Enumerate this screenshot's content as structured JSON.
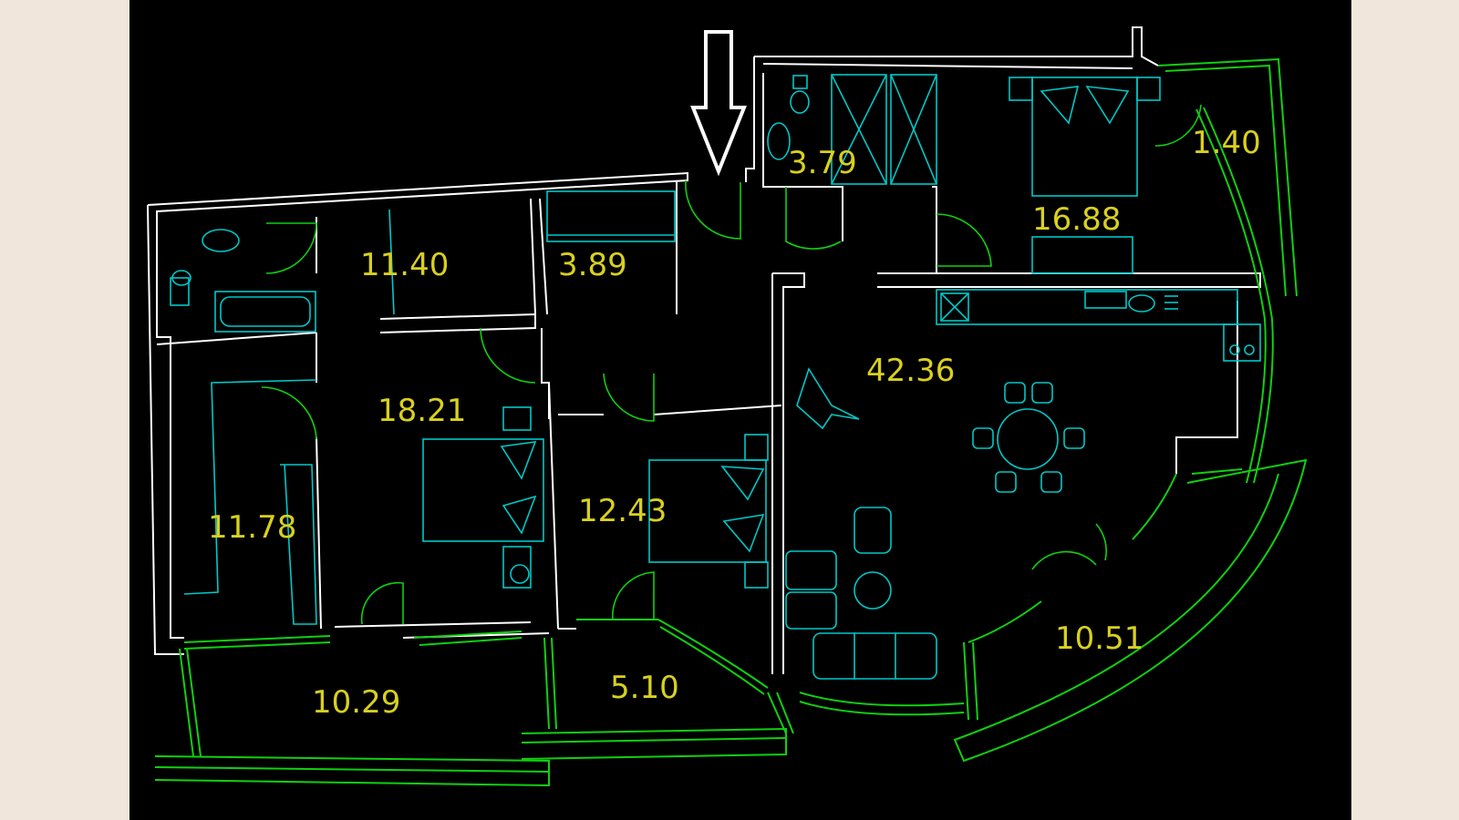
{
  "palette": {
    "frame_bg": "#f0e6dc",
    "plan_bg": "#000000",
    "wall": "#ffffff",
    "window": "#10d010",
    "furniture": "#00c8c8",
    "label": "#d8d020"
  },
  "entrance_marker": {
    "icon": "arrow-down-icon"
  },
  "rooms": [
    {
      "id": "bath-left",
      "area": ""
    },
    {
      "id": "room-a",
      "area": "11.40"
    },
    {
      "id": "storage",
      "area": "3.89"
    },
    {
      "id": "bath-top",
      "area": "3.79"
    },
    {
      "id": "bedroom-master",
      "area": "16.88"
    },
    {
      "id": "balcony-small",
      "area": "1.40"
    },
    {
      "id": "living-room",
      "area": "42.36"
    },
    {
      "id": "bedroom-main",
      "area": "18.21"
    },
    {
      "id": "closet",
      "area": "11.78"
    },
    {
      "id": "bedroom-small",
      "area": "12.43"
    },
    {
      "id": "loggia-left",
      "area": "10.29"
    },
    {
      "id": "loggia-mid",
      "area": "5.10"
    },
    {
      "id": "loggia-right",
      "area": "10.51"
    }
  ]
}
